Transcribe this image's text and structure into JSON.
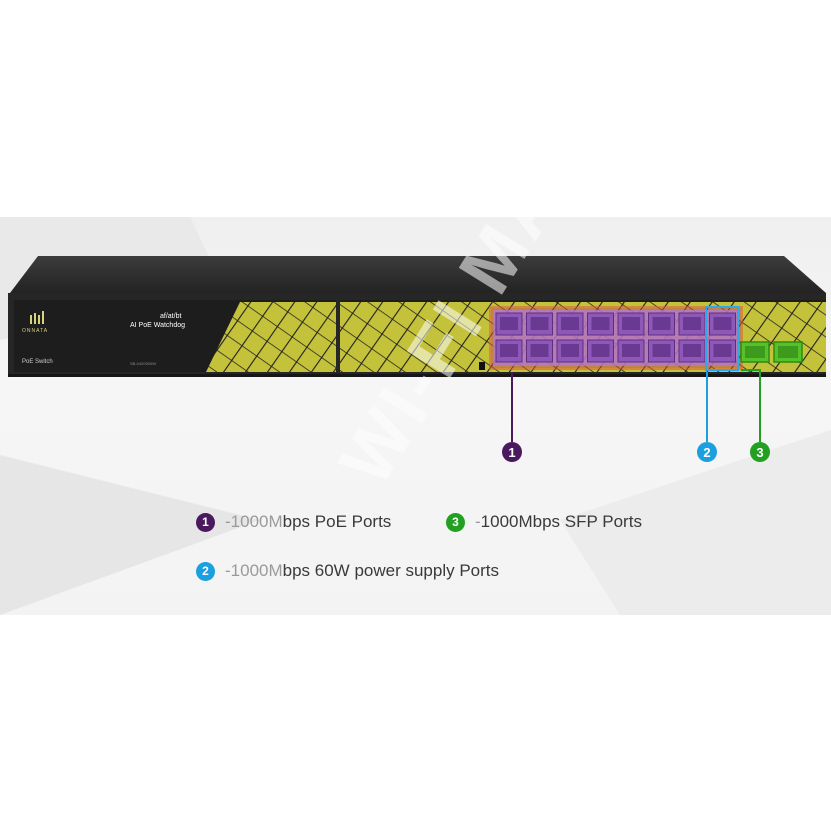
{
  "device": {
    "brand": "ONNATA",
    "model_line1": "af/at/bt",
    "model_line2": "AI PoE Watchdog",
    "type_label": "PoE Switch",
    "serial": "SB-0420000W"
  },
  "watermark": "WI-FI MAG",
  "callouts": [
    {
      "number": "1",
      "color": "#4b1a5e"
    },
    {
      "number": "2",
      "color": "#1aa0e0"
    },
    {
      "number": "3",
      "color": "#22a022"
    }
  ],
  "legend": [
    {
      "number": "1",
      "color": "#4b1a5e",
      "prefix": "-1000M",
      "text": "bps PoE Ports"
    },
    {
      "number": "3",
      "color": "#22a022",
      "prefix": "-",
      "text": "1000Mbps SFP Ports"
    },
    {
      "number": "2",
      "color": "#1aa0e0",
      "prefix": "-1000M",
      "text": "bps 60W power supply Ports"
    }
  ],
  "colors": {
    "chassis": "#2b2b2b",
    "yellow_panel": "#c8c83a",
    "poe_highlight": "#b07ad8",
    "sfp_green": "#55c22a"
  }
}
